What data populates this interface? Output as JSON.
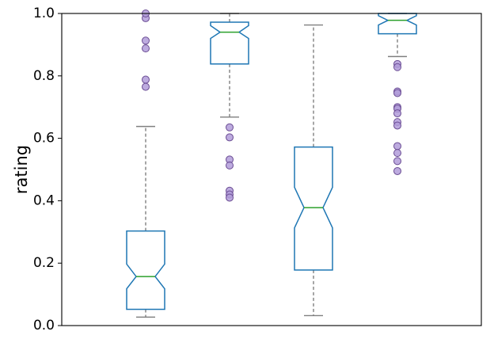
{
  "chart_data": {
    "type": "boxplot",
    "ylabel": "rating",
    "ylim": [
      0.0,
      1.0
    ],
    "yticks": [
      "0.0",
      "0.2",
      "0.4",
      "0.6",
      "0.8",
      "1.0"
    ],
    "notched": true,
    "grid": false,
    "colors": {
      "box": "#1f77b4",
      "median": "#2ca02c",
      "whisker": "#7f7f7f",
      "flier_fill": "#b19cd9",
      "flier_edge": "#6a4c93"
    },
    "boxes": [
      {
        "q1": 0.052,
        "median": 0.157,
        "q3": 0.303,
        "notch_low": 0.118,
        "notch_high": 0.197,
        "whisker_low": 0.027,
        "whisker_high": 0.638,
        "fliers": [
          0.765,
          0.788,
          0.888,
          0.913,
          0.985,
          1.0
        ]
      },
      {
        "q1": 0.838,
        "median": 0.94,
        "q3": 0.972,
        "notch_low": 0.92,
        "notch_high": 0.961,
        "whisker_low": 0.668,
        "whisker_high": 1.0,
        "fliers": [
          0.635,
          0.603,
          0.532,
          0.513,
          0.432,
          0.42,
          0.41
        ]
      },
      {
        "q1": 0.178,
        "median": 0.378,
        "q3": 0.572,
        "notch_low": 0.313,
        "notch_high": 0.443,
        "whisker_low": 0.032,
        "whisker_high": 0.963,
        "fliers": []
      },
      {
        "q1": 0.935,
        "median": 0.978,
        "q3": 1.0,
        "notch_low": 0.963,
        "notch_high": 0.993,
        "whisker_low": 0.862,
        "whisker_high": 1.0,
        "fliers": [
          0.838,
          0.828,
          0.75,
          0.745,
          0.7,
          0.695,
          0.68,
          0.652,
          0.641,
          0.575,
          0.553,
          0.527,
          0.495
        ]
      }
    ]
  }
}
